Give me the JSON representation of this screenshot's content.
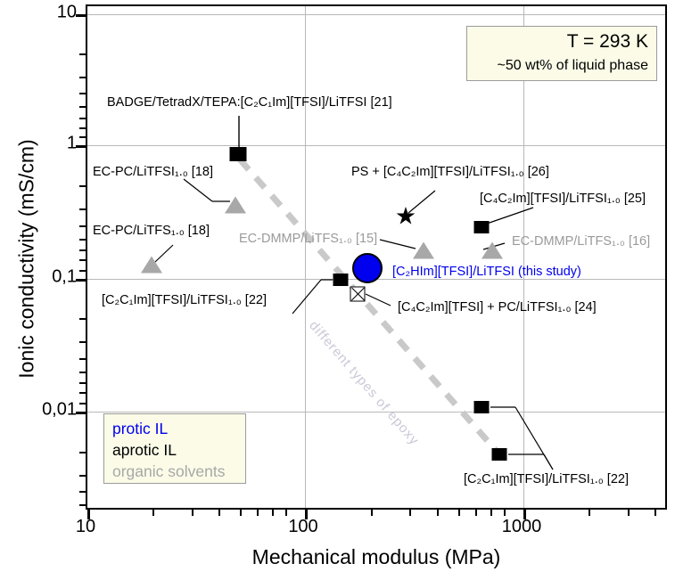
{
  "axes": {
    "x": {
      "title": "Mechanical modulus (MPa)",
      "ticks": [
        "10",
        "100",
        "1000"
      ],
      "min": 10,
      "max": 4000,
      "scale": "log"
    },
    "y": {
      "title": "Ionic conductivity (mS/cm)",
      "ticks": [
        "10",
        "1",
        "0,1",
        "0,01"
      ],
      "min": 0.004,
      "max": 12,
      "scale": "log"
    }
  },
  "info_box": {
    "line1": "T = 293 K",
    "line2": "~50 wt% of liquid phase"
  },
  "legend": {
    "protic": "protic IL",
    "aprotic": "aprotic IL",
    "solvents": "organic solvents"
  },
  "trend_label": "different types of epoxy",
  "annotations": {
    "badge": "BADGE/TetradX/TEPA:[C₂C₁Im][TFSI]/LiTFSI [21]",
    "ecpc_litfsi": "EC-PC/LiTFSI₁.₀ [18]",
    "ecpc_litfs": "EC-PC/LiTFS₁.₀ [18]",
    "ecdmmp_15": "EC-DMMP/LiTFS₁.₀ [15]",
    "ps_c4c2": "PS + [C₄C₂Im][TFSI]/LiTFSI₁.₀ [26]",
    "c4c2_25": "[C₄C₂Im][TFSI]/LiTFSI₁.₀ [25]",
    "ecdmmp_16": "EC-DMMP/LiTFS₁.₀ [16]",
    "this_study": "[C₂HIm][TFSI]/LiTFSI  (this study)",
    "c2c1_22_upper": "[C₂C₁Im][TFSI]/LiTFSI₁.₀ [22]",
    "c4c2_pc_24": "[C₄C₂Im][TFSI] + PC/LiTFSI₁.₀ [24]",
    "c2c1_22_lower": "[C₂C₁Im][TFSI]/LiTFSI₁.₀ [22]"
  },
  "colors": {
    "protic": "#0000ee",
    "aprotic": "#000000",
    "solvents": "#a8a8a8",
    "trend": "#c9c9c9",
    "grid": "#b8b8b8",
    "box_fill": "#fbfbe8"
  },
  "chart_data": {
    "type": "scatter",
    "title": "",
    "xlabel": "Mechanical modulus (MPa)",
    "ylabel": "Ionic conductivity (mS/cm)",
    "xscale": "log",
    "yscale": "log",
    "xlim": [
      10,
      4000
    ],
    "ylim": [
      0.004,
      12
    ],
    "xticks": [
      10,
      100,
      1000
    ],
    "yticks": [
      10,
      1,
      0.1,
      0.01
    ],
    "grid": true,
    "legend_position": "bottom-left",
    "series": [
      {
        "name": "protic IL",
        "marker": "filled-circle",
        "color": "#0000ee",
        "points": [
          {
            "label": "[C₂HIm][TFSI]/LiTFSI  (this study)",
            "x": 210,
            "y": 0.15
          }
        ]
      },
      {
        "name": "aprotic IL",
        "marker": "filled-square",
        "color": "#000000",
        "points": [
          {
            "label": "BADGE/TetradX/TEPA:[C₂C₁Im][TFSI]/LiTFSI [21]",
            "x": 50,
            "y": 1.0
          },
          {
            "label": "[C₂C₁Im][TFSI]/LiTFSI₁.₀ [22]",
            "x": 155,
            "y": 0.13
          },
          {
            "label": "[C₄C₂Im][TFSI]/LiTFSI₁.₀ [25]",
            "x": 700,
            "y": 0.28
          },
          {
            "label": "[C₂C₁Im][TFSI]/LiTFSI₁.₀ [22]",
            "x": 700,
            "y": 0.0145
          },
          {
            "label": "[C₂C₁Im][TFSI]/LiTFSI₁.₀ [22]",
            "x": 830,
            "y": 0.0065
          }
        ]
      },
      {
        "name": "PS composite",
        "marker": "star",
        "color": "#000000",
        "points": [
          {
            "label": "PS + [C₄C₂Im][TFSI]/LiTFSI₁.₀ [26]",
            "x": 310,
            "y": 0.37
          }
        ]
      },
      {
        "name": "IL + PC",
        "marker": "crossed-square",
        "color": "#000000",
        "points": [
          {
            "label": "[C₄C₂Im][TFSI] + PC/LiTFSI₁.₀ [24]",
            "x": 192,
            "y": 0.1
          }
        ]
      },
      {
        "name": "organic solvents",
        "marker": "filled-triangle",
        "color": "#a8a8a8",
        "points": [
          {
            "label": "EC-PC/LiTFSI₁.₀ [18]",
            "x": 49,
            "y": 0.45
          },
          {
            "label": "EC-PC/LiTFS₁.₀ [18]",
            "x": 20,
            "y": 0.175
          },
          {
            "label": "EC-DMMP/LiTFS₁.₀ [15]",
            "x": 355,
            "y": 0.2
          },
          {
            "label": "EC-DMMP/LiTFS₁.₀ [16]",
            "x": 770,
            "y": 0.2
          }
        ]
      }
    ],
    "trend_line": {
      "label": "different types of epoxy",
      "style": "dashed",
      "color": "#c9c9c9",
      "from": {
        "x": 52,
        "y": 0.95
      },
      "to": {
        "x": 950,
        "y": 0.0055
      }
    }
  }
}
